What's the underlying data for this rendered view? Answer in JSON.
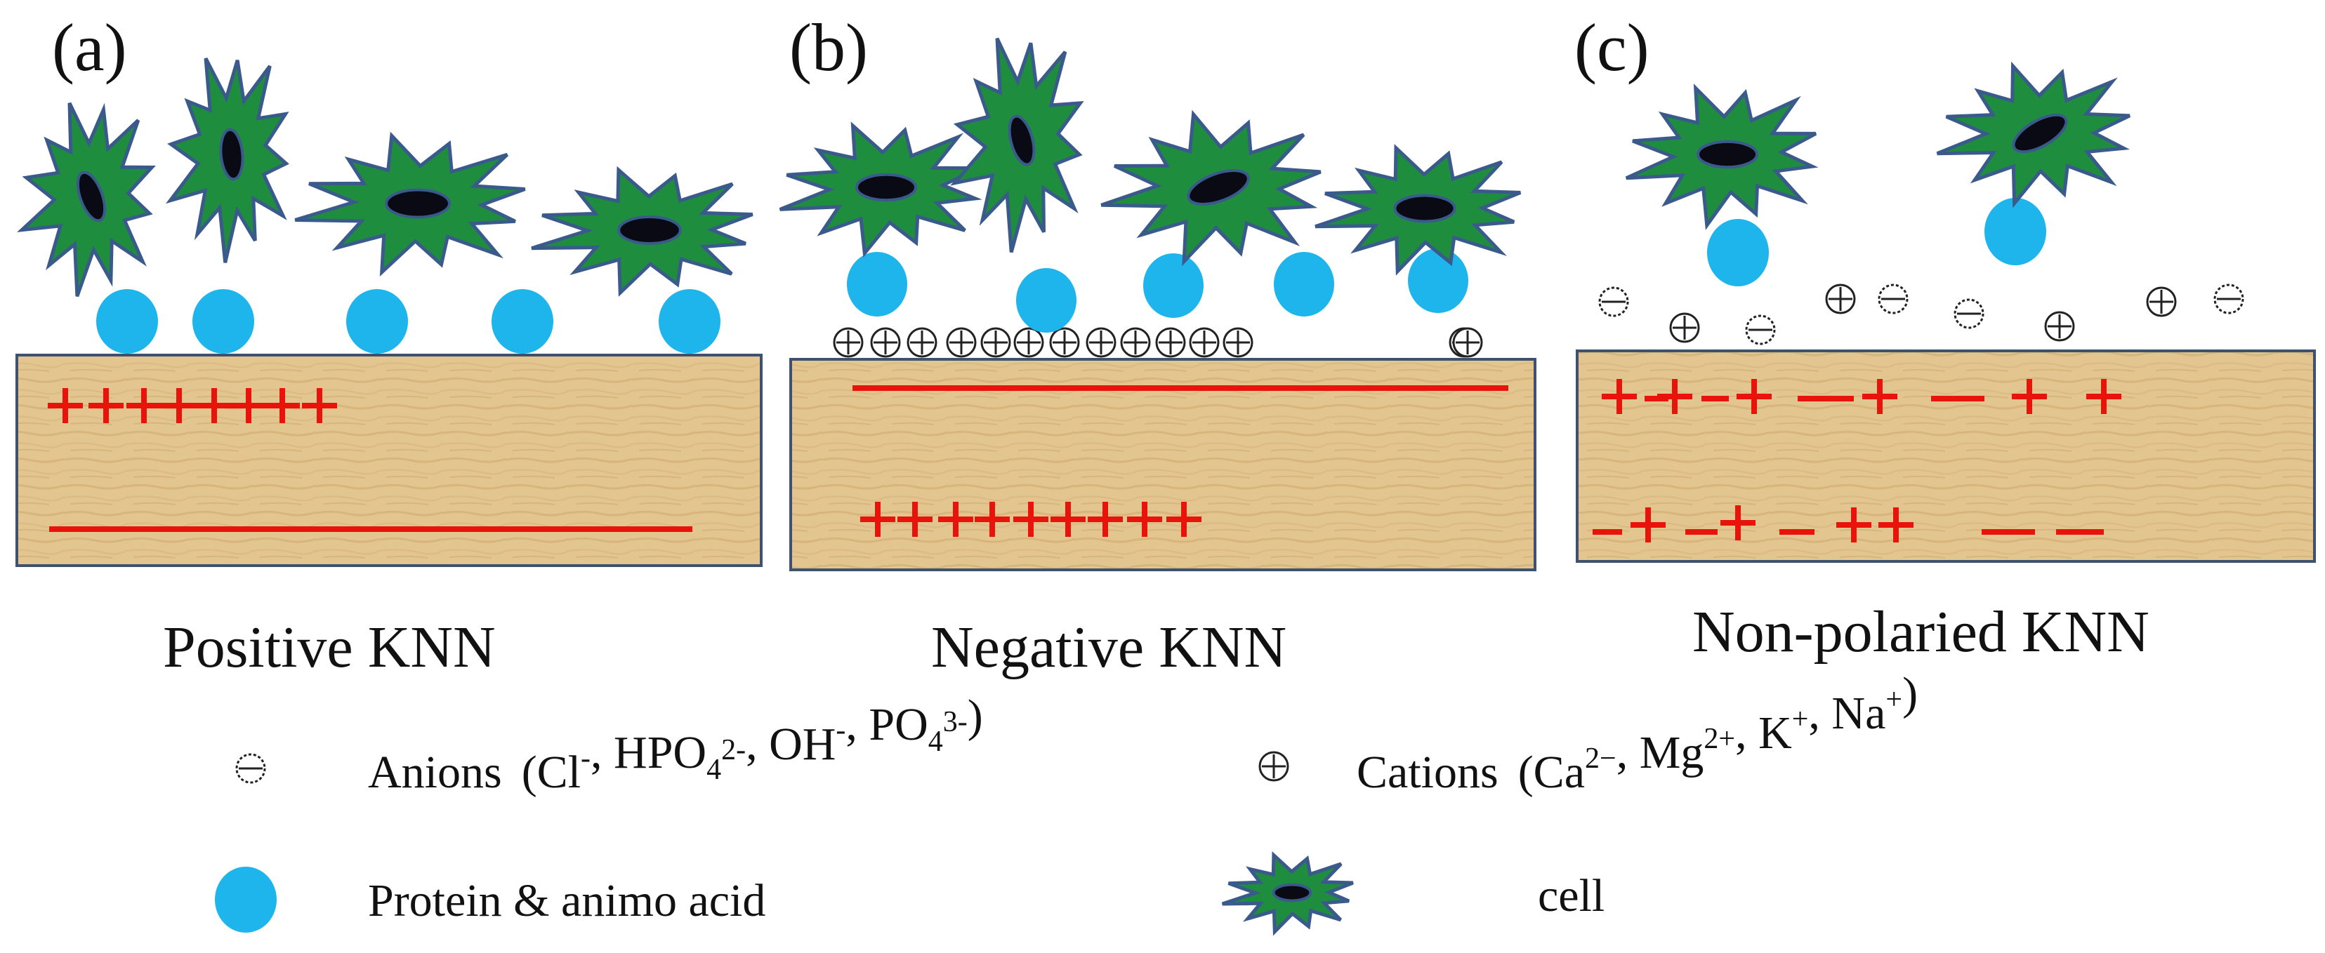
{
  "panels": [
    {
      "label": "(a)",
      "caption": "Positive KNN"
    },
    {
      "label": "(b)",
      "caption": "Negative KNN"
    },
    {
      "label": "(c)",
      "caption": "Non-polaried KNN"
    }
  ],
  "legend": {
    "anions": {
      "name": "Anions",
      "open": "(",
      "close": ")",
      "sep": ", ",
      "species": [
        {
          "base": "Cl",
          "sub": "",
          "sup": "-"
        },
        {
          "base": "HPO",
          "sub": "4",
          "sup": "2-"
        },
        {
          "base": "OH",
          "sub": "",
          "sup": "-"
        },
        {
          "base": "PO",
          "sub": "4",
          "sup": "3-"
        }
      ]
    },
    "cations": {
      "name": "Cations",
      "open": "(",
      "close": ")",
      "sep": ", ",
      "species": [
        {
          "base": "Ca",
          "sub": "",
          "sup": "2−"
        },
        {
          "base": "Mg",
          "sub": "",
          "sup": "2+"
        },
        {
          "base": "K",
          "sub": "",
          "sup": "+"
        },
        {
          "base": "Na",
          "sub": "",
          "sup": "+"
        }
      ]
    },
    "protein": "Protein & animo acid",
    "cell": "cell"
  },
  "colors": {
    "cell_fill": "#1e8e3e",
    "cell_stroke": "#3b5a8c",
    "nucleus": "#0a0a14",
    "protein": "#1eb4ec",
    "charge": "#e8140c",
    "substrate": "#e2c58f",
    "substrate_border": "#3e5170",
    "ion": "#222222"
  }
}
